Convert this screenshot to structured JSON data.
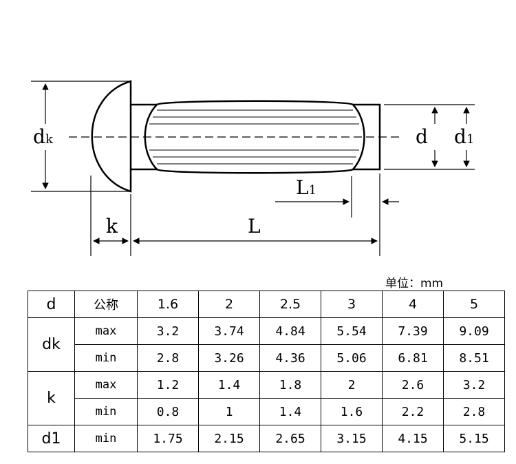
{
  "drawing": {
    "labels": {
      "dk_main": "d",
      "dk_sub": "k",
      "d": "d",
      "d1_main": "d",
      "d1_sub": "1",
      "L1_main": "L",
      "L1_sub": "1",
      "k": "k",
      "L": "L"
    }
  },
  "unit_label": "单位：mm",
  "table": {
    "header": {
      "param": "d",
      "sub": "公称",
      "sizes": [
        "1.6",
        "2",
        "2.5",
        "3",
        "4",
        "5"
      ]
    },
    "groups": [
      {
        "param": "dk",
        "rows": [
          {
            "sub": "max",
            "values": [
              "3.2",
              "3.74",
              "4.84",
              "5.54",
              "7.39",
              "9.09"
            ]
          },
          {
            "sub": "min",
            "values": [
              "2.8",
              "3.26",
              "4.36",
              "5.06",
              "6.81",
              "8.51"
            ]
          }
        ]
      },
      {
        "param": "k",
        "rows": [
          {
            "sub": "max",
            "values": [
              "1.2",
              "1.4",
              "1.8",
              "2",
              "2.6",
              "3.2"
            ]
          },
          {
            "sub": "min",
            "values": [
              "0.8",
              "1",
              "1.4",
              "1.6",
              "2.2",
              "2.8"
            ]
          }
        ]
      },
      {
        "param": "d1",
        "rows": [
          {
            "sub": "min",
            "values": [
              "1.75",
              "2.15",
              "2.65",
              "3.15",
              "4.15",
              "5.15"
            ]
          }
        ]
      }
    ]
  }
}
